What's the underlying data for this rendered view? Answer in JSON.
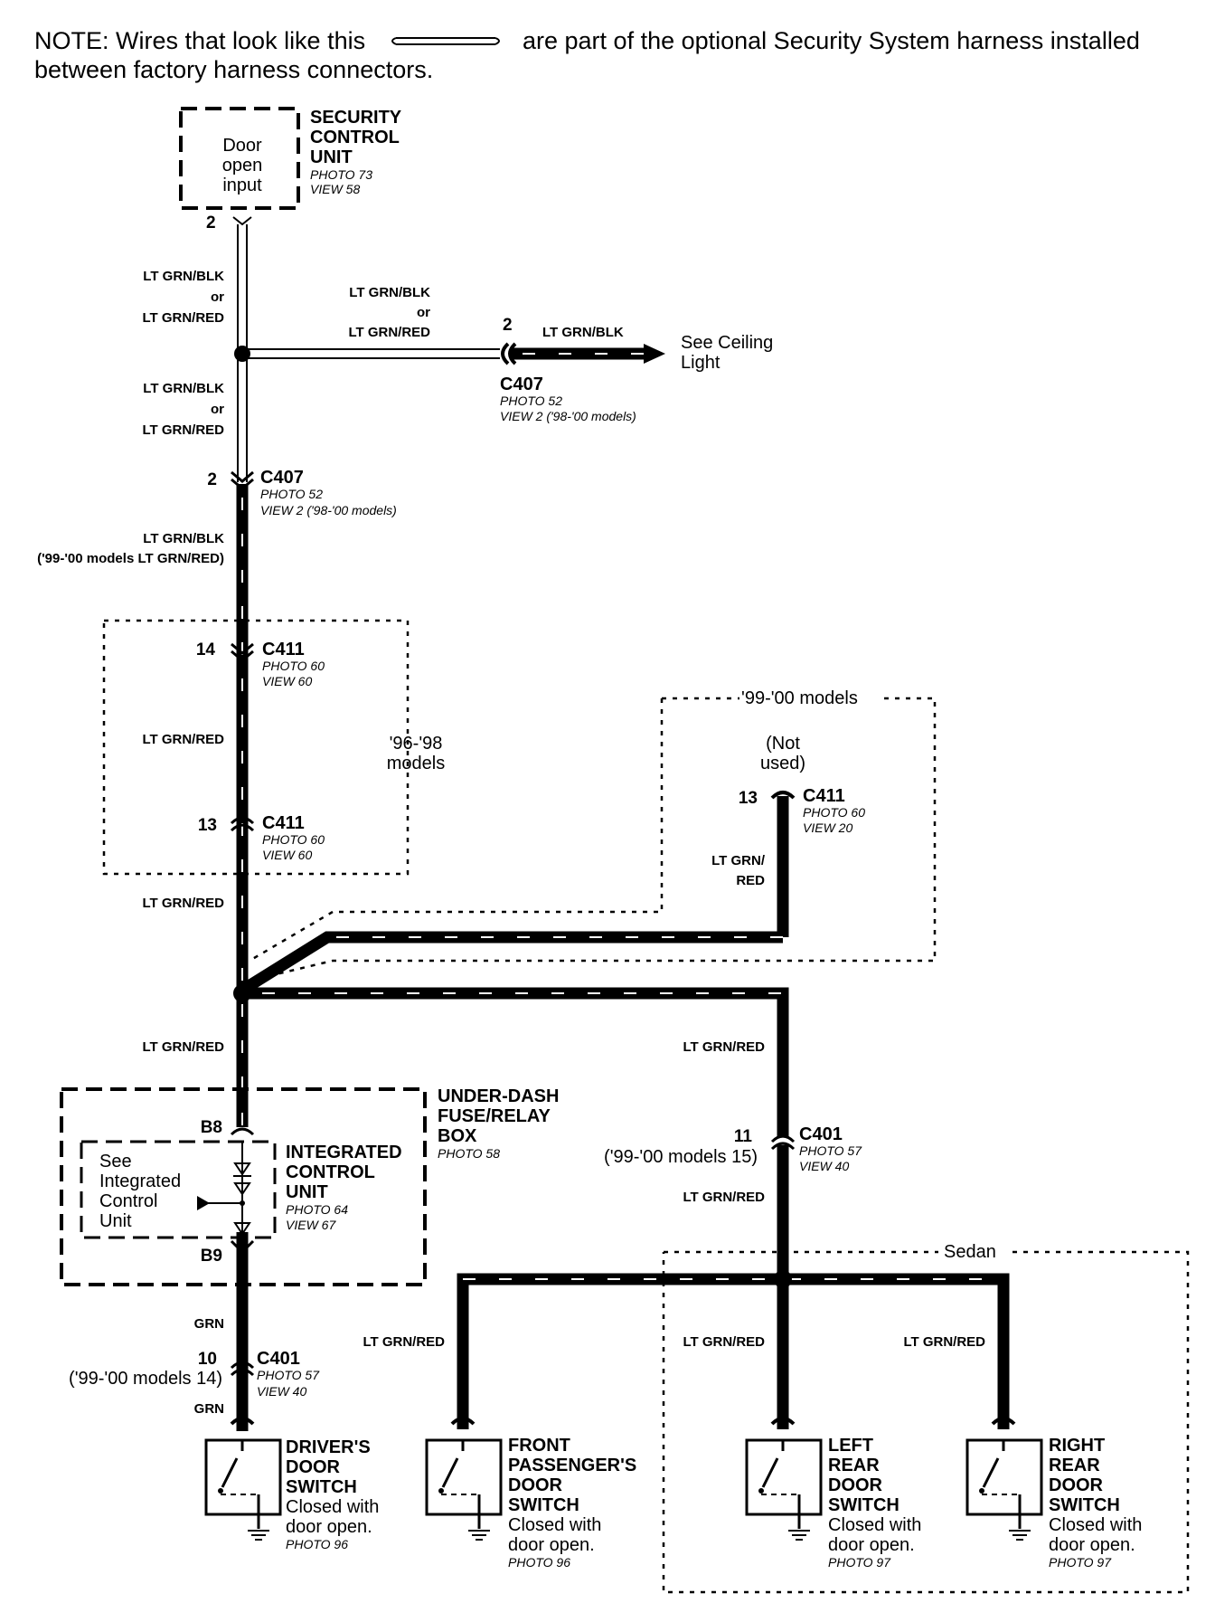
{
  "note": {
    "line1_pre": "NOTE: Wires that look like this",
    "line1_post": "are part of the optional Security System harness installed",
    "line2": "between factory harness connectors."
  },
  "security_unit": {
    "title": [
      "SECURITY",
      "CONTROL",
      "UNIT"
    ],
    "photo": "PHOTO 73",
    "view": "VIEW 58",
    "input": [
      "Door",
      "open",
      "input"
    ],
    "pin": "2"
  },
  "wires": {
    "lt_grn_blk": "LT GRN/BLK",
    "or": "or",
    "lt_grn_red": "LT GRN/RED",
    "grn": "GRN",
    "lt_grn_split": [
      "LT GRN/",
      "RED"
    ],
    "models_99_note": "('99-'00 models LT GRN/RED)"
  },
  "ceiling": {
    "pin": "2",
    "wire": "LT GRN/BLK",
    "see": [
      "See Ceiling",
      "Light"
    ]
  },
  "c407_side": {
    "name": "C407",
    "photo": "PHOTO 52",
    "view": "VIEW 2 ('98-'00 models)"
  },
  "c407_main": {
    "pin": "2",
    "name": "C407",
    "photo": "PHOTO 52",
    "view": "VIEW 2 ('98-'00 models)"
  },
  "c411_top": {
    "pin": "14",
    "name": "C411",
    "photo": "PHOTO 60",
    "view": "VIEW 60"
  },
  "c411_bot": {
    "pin": "13",
    "name": "C411",
    "photo": "PHOTO 60",
    "view": "VIEW 60"
  },
  "models_96_98": [
    "'96-'98",
    "models"
  ],
  "models_99_00": "'99-'00 models",
  "not_used": [
    "(Not",
    "used)"
  ],
  "c411_right": {
    "pin": "13",
    "name": "C411",
    "photo": "PHOTO 60",
    "view": "VIEW 20"
  },
  "fuse_box": {
    "title": [
      "UNDER-DASH",
      "FUSE/RELAY",
      "BOX"
    ],
    "photo": "PHOTO 58",
    "pin_top": "B8",
    "pin_bot": "B9"
  },
  "icu": {
    "title": [
      "INTEGRATED",
      "CONTROL",
      "UNIT"
    ],
    "photo": "PHOTO 64",
    "view": "VIEW 67",
    "see": [
      "See",
      "Integrated",
      "Control",
      "Unit"
    ]
  },
  "c401_left": {
    "pin": "10",
    "models": "('99-'00 models 14)",
    "name": "C401",
    "photo": "PHOTO 57",
    "view": "VIEW 40"
  },
  "c401_right": {
    "pin": "11",
    "models": "('99-'00 models 15)",
    "name": "C401",
    "photo": "PHOTO 57",
    "view": "VIEW 40"
  },
  "sedan": "Sedan",
  "switches": [
    {
      "title": [
        "DRIVER'S",
        "DOOR",
        "SWITCH"
      ],
      "desc": [
        "Closed with",
        "door open."
      ],
      "photo": "PHOTO 96"
    },
    {
      "title": [
        "FRONT",
        "PASSENGER'S",
        "DOOR",
        "SWITCH"
      ],
      "desc": [
        "Closed with",
        "door open."
      ],
      "photo": "PHOTO 96"
    },
    {
      "title": [
        "LEFT",
        "REAR",
        "DOOR",
        "SWITCH"
      ],
      "desc": [
        "Closed with",
        "door open."
      ],
      "photo": "PHOTO 97"
    },
    {
      "title": [
        "RIGHT",
        "REAR",
        "DOOR",
        "SWITCH"
      ],
      "desc": [
        "Closed with",
        "door open."
      ],
      "photo": "PHOTO 97"
    }
  ]
}
